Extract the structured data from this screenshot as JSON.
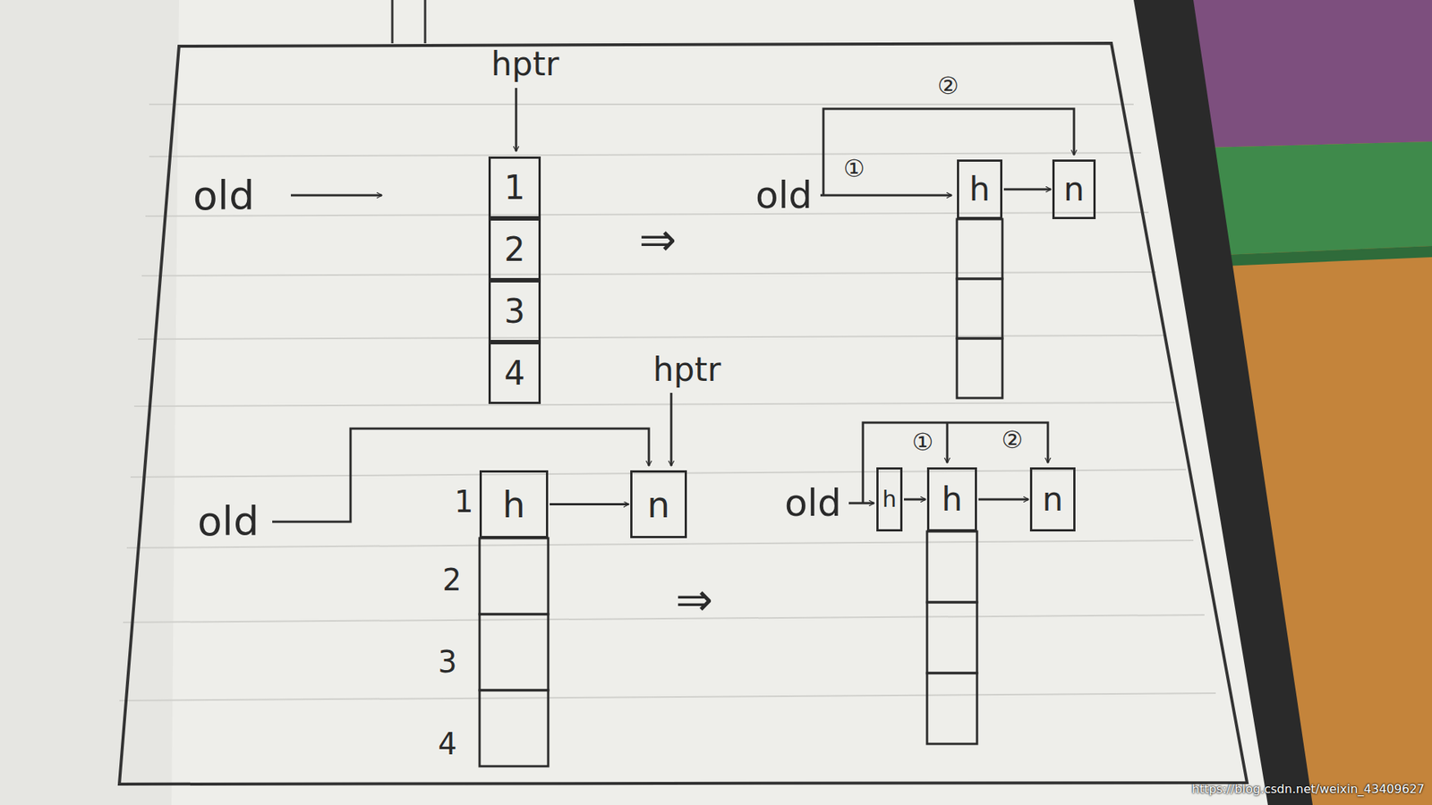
{
  "diagram": {
    "nodes": [
      {
        "text": [
          "1"
        ]
      },
      {
        "text": [
          "2"
        ]
      },
      {
        "text": [
          "3"
        ]
      },
      {
        "text": [
          "4"
        ]
      },
      {
        "text": [
          "h"
        ]
      },
      {
        "text": [
          "n"
        ]
      },
      {
        "text": [
          "h"
        ]
      },
      {
        "text": [
          "n"
        ]
      },
      {
        "text": [
          "h"
        ]
      },
      {
        "text": [
          "h"
        ]
      },
      {
        "text": [
          "n"
        ]
      }
    ],
    "edges": [
      {
        "from": 4,
        "to": 5,
        "arrow": "to"
      },
      {
        "from": 6,
        "to": 7,
        "arrow": "to"
      },
      {
        "from": 8,
        "to": 9,
        "arrow": "to"
      },
      {
        "from": 9,
        "to": 10,
        "arrow": "to"
      }
    ],
    "labels": [
      "hptr",
      "old",
      "⇒",
      "②",
      "old",
      "①",
      "hptr",
      "old",
      "1",
      "2",
      "3",
      "4",
      "⇒",
      "①",
      "②",
      "old",
      "https://blog.csdn.net/weixin_43409627"
    ]
  }
}
